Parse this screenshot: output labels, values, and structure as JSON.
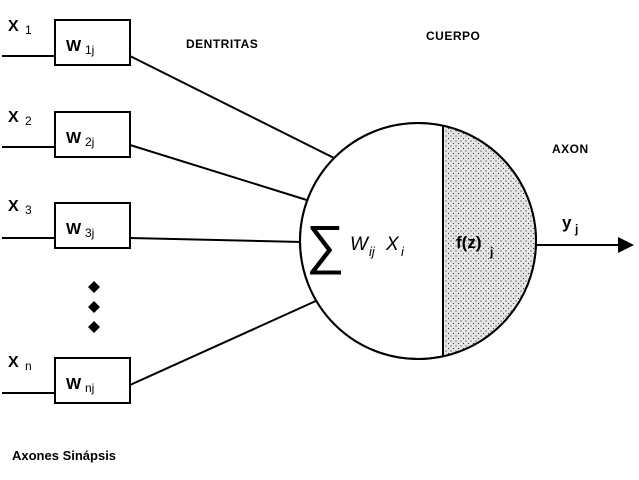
{
  "colors": {
    "line": "#000000",
    "background": "#ffffff",
    "stipple_background": "#e6e6e6",
    "stipple_dot": "#333333"
  },
  "labels": {
    "dentritas": "DENTRITAS",
    "cuerpo": "CUERPO",
    "axon": "AXON",
    "footer": "Axones Sinápsis"
  },
  "inputs": [
    {
      "x": "X",
      "x_sub": "1",
      "w": "W",
      "w_sub": "1j"
    },
    {
      "x": "X",
      "x_sub": "2",
      "w": "W",
      "w_sub": "2j"
    },
    {
      "x": "X",
      "x_sub": "3",
      "w": "W",
      "w_sub": "3j"
    },
    {
      "x": "X",
      "x_sub": "n",
      "w": "W",
      "w_sub": "nj"
    }
  ],
  "soma": {
    "sigma": "∑",
    "w": "W",
    "w_sub": "ij",
    "x": "X",
    "x_sub": "i",
    "fz": "f(z)",
    "fz_sub": "j"
  },
  "output": {
    "y": "y",
    "y_sub": "j"
  }
}
